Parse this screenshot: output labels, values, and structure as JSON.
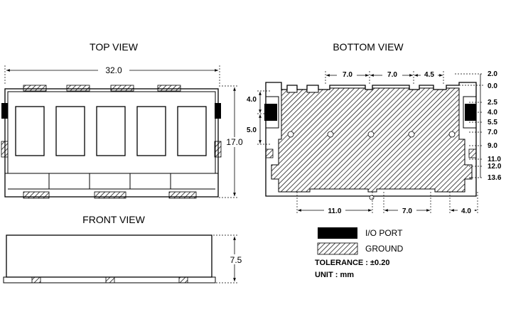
{
  "titles": {
    "top_view": "TOP VIEW",
    "bottom_view": "BOTTOM VIEW",
    "front_view": "FRONT VIEW"
  },
  "top_view": {
    "width_label": "32.0",
    "height_label": "17.0"
  },
  "front_view": {
    "height_label": "7.5"
  },
  "bottom_view": {
    "top_dims": [
      "7.0",
      "7.0",
      "4.5"
    ],
    "left_dims": [
      "4.0",
      "5.0"
    ],
    "right_dims": [
      "2.0",
      "0.0",
      "2.5",
      "4.0",
      "5.5",
      "7.0",
      "9.0",
      "11.0",
      "12.0",
      "13.6"
    ],
    "bottom_dims": [
      "11.0",
      "7.0",
      "4.0"
    ]
  },
  "legend": {
    "io_port": "I/O PORT",
    "ground": "GROUND",
    "tolerance": "TOLERANCE : ±0.20",
    "unit": "UNIT : mm"
  },
  "colors": {
    "line": "#000000",
    "background": "#ffffff",
    "io_port_fill": "#000000"
  }
}
